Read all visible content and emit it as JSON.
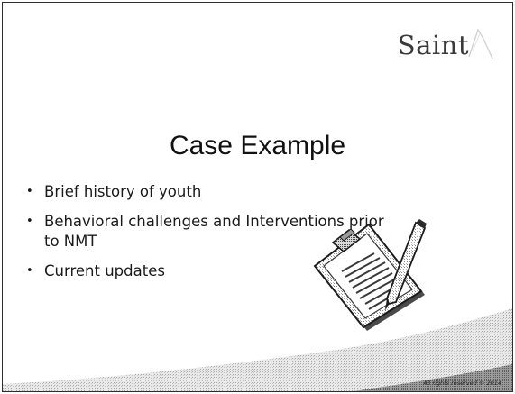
{
  "logo": {
    "text": "Saint"
  },
  "slide": {
    "title": "Case Example",
    "bullets": [
      {
        "text": "Brief history of youth"
      },
      {
        "text": "Behavioral challenges and Interventions prior to NMT"
      },
      {
        "text": "Current updates"
      }
    ],
    "bullet_glyph": "•",
    "copyright": "All rights reserved © 2014"
  },
  "icons": {
    "clipboard": "clipboard-with-pen-icon",
    "logo_mark": "logo-mark-icon"
  }
}
